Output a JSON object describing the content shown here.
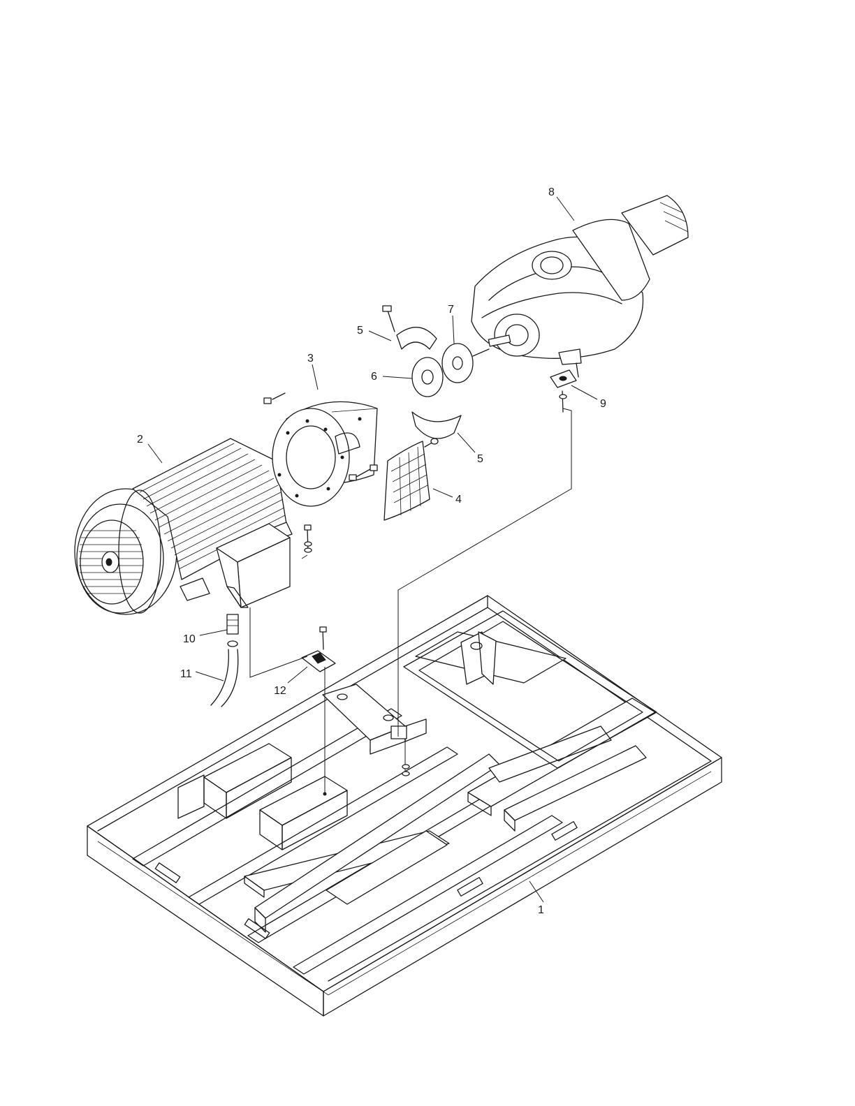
{
  "callouts": [
    {
      "id": "1",
      "text": "1"
    },
    {
      "id": "2",
      "text": "2"
    },
    {
      "id": "3",
      "text": "3"
    },
    {
      "id": "4",
      "text": "4"
    },
    {
      "id": "5a",
      "text": "5"
    },
    {
      "id": "5b",
      "text": "5"
    },
    {
      "id": "6",
      "text": "6"
    },
    {
      "id": "7",
      "text": "7"
    },
    {
      "id": "8",
      "text": "8"
    },
    {
      "id": "9",
      "text": "9"
    },
    {
      "id": "10",
      "text": "10"
    },
    {
      "id": "11",
      "text": "11"
    },
    {
      "id": "12",
      "text": "12"
    }
  ]
}
